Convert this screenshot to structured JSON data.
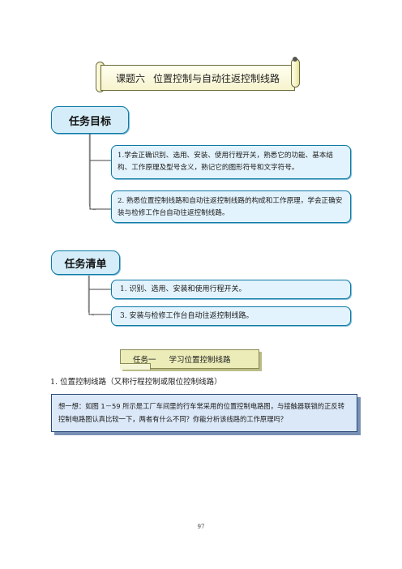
{
  "banner": {
    "title_num": "课题六",
    "title_text": "位置控制与自动往返控制线路"
  },
  "objectives": {
    "header": "任务目标",
    "items": [
      "1.学会正确识别、选用、安装、使用行程开关，熟悉它的功能、基本结构、工作原理及型号含义，熟记它的图形符号和文字符号。",
      "2. 熟悉位置控制线路和自动往返控制线路的构成和工作原理，学会正确安装与检修工作台自动往返控制线路。"
    ]
  },
  "tasks": {
    "header": "任务清单",
    "items": [
      "1. 识别、选用、安装和使用行程开关。",
      "3. 安装与检修工作台自动往返控制线路。"
    ]
  },
  "task_tag": {
    "num": "任务一",
    "text": "学习位置控制线路"
  },
  "section": {
    "heading": "1. 位置控制线路（又称行程控制或限位控制线路）"
  },
  "think": {
    "text": "想一想：如图 1－59 所示是工厂车间里的行车常采用的位置控制电路图，与接触器联锁的正反转控制电路图认真比较一下，两者有什么不同？你能分析该线路的工作原理吗？"
  },
  "page": {
    "number": "97"
  }
}
